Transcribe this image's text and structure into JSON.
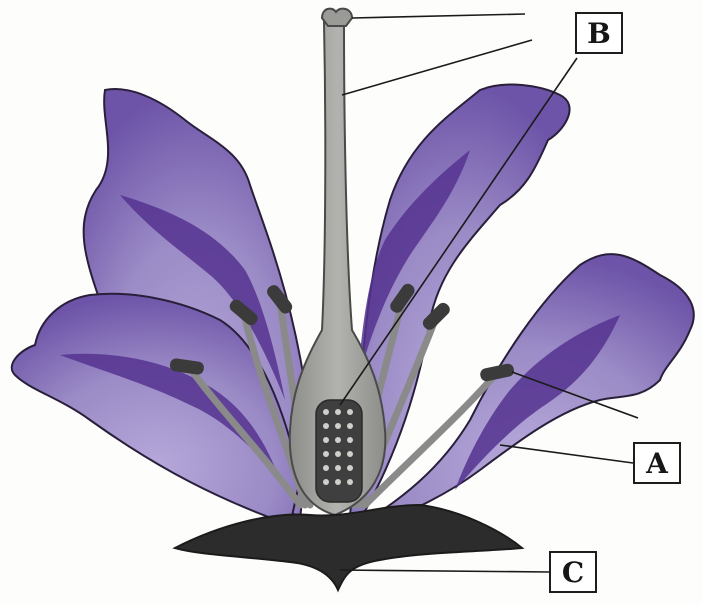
{
  "labels": {
    "a": "A",
    "b": "B",
    "c": "C"
  },
  "colors": {
    "background": "#fdfdfb",
    "petal_light": "#9b8bc6",
    "petal_dark": "#55338f",
    "petal_outline": "#2a1f3b",
    "stamen_gray": "#8a8a8a",
    "pistil_gray": "#a3a4a0",
    "sepal_dark": "#2c2c2c",
    "leader_line": "#1a1a1a"
  }
}
